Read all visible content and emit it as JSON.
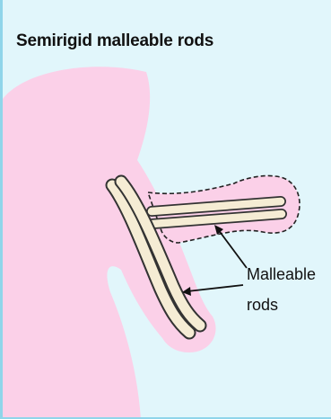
{
  "figure": {
    "title": "Semirigid malleable rods",
    "label_lines": [
      "Malleable",
      "rods"
    ]
  },
  "colors": {
    "background": "#e1f6fb",
    "tissue": "#fbd0e8",
    "rod_fill": "#f5ecd4",
    "rod_stroke": "#333333"
  }
}
